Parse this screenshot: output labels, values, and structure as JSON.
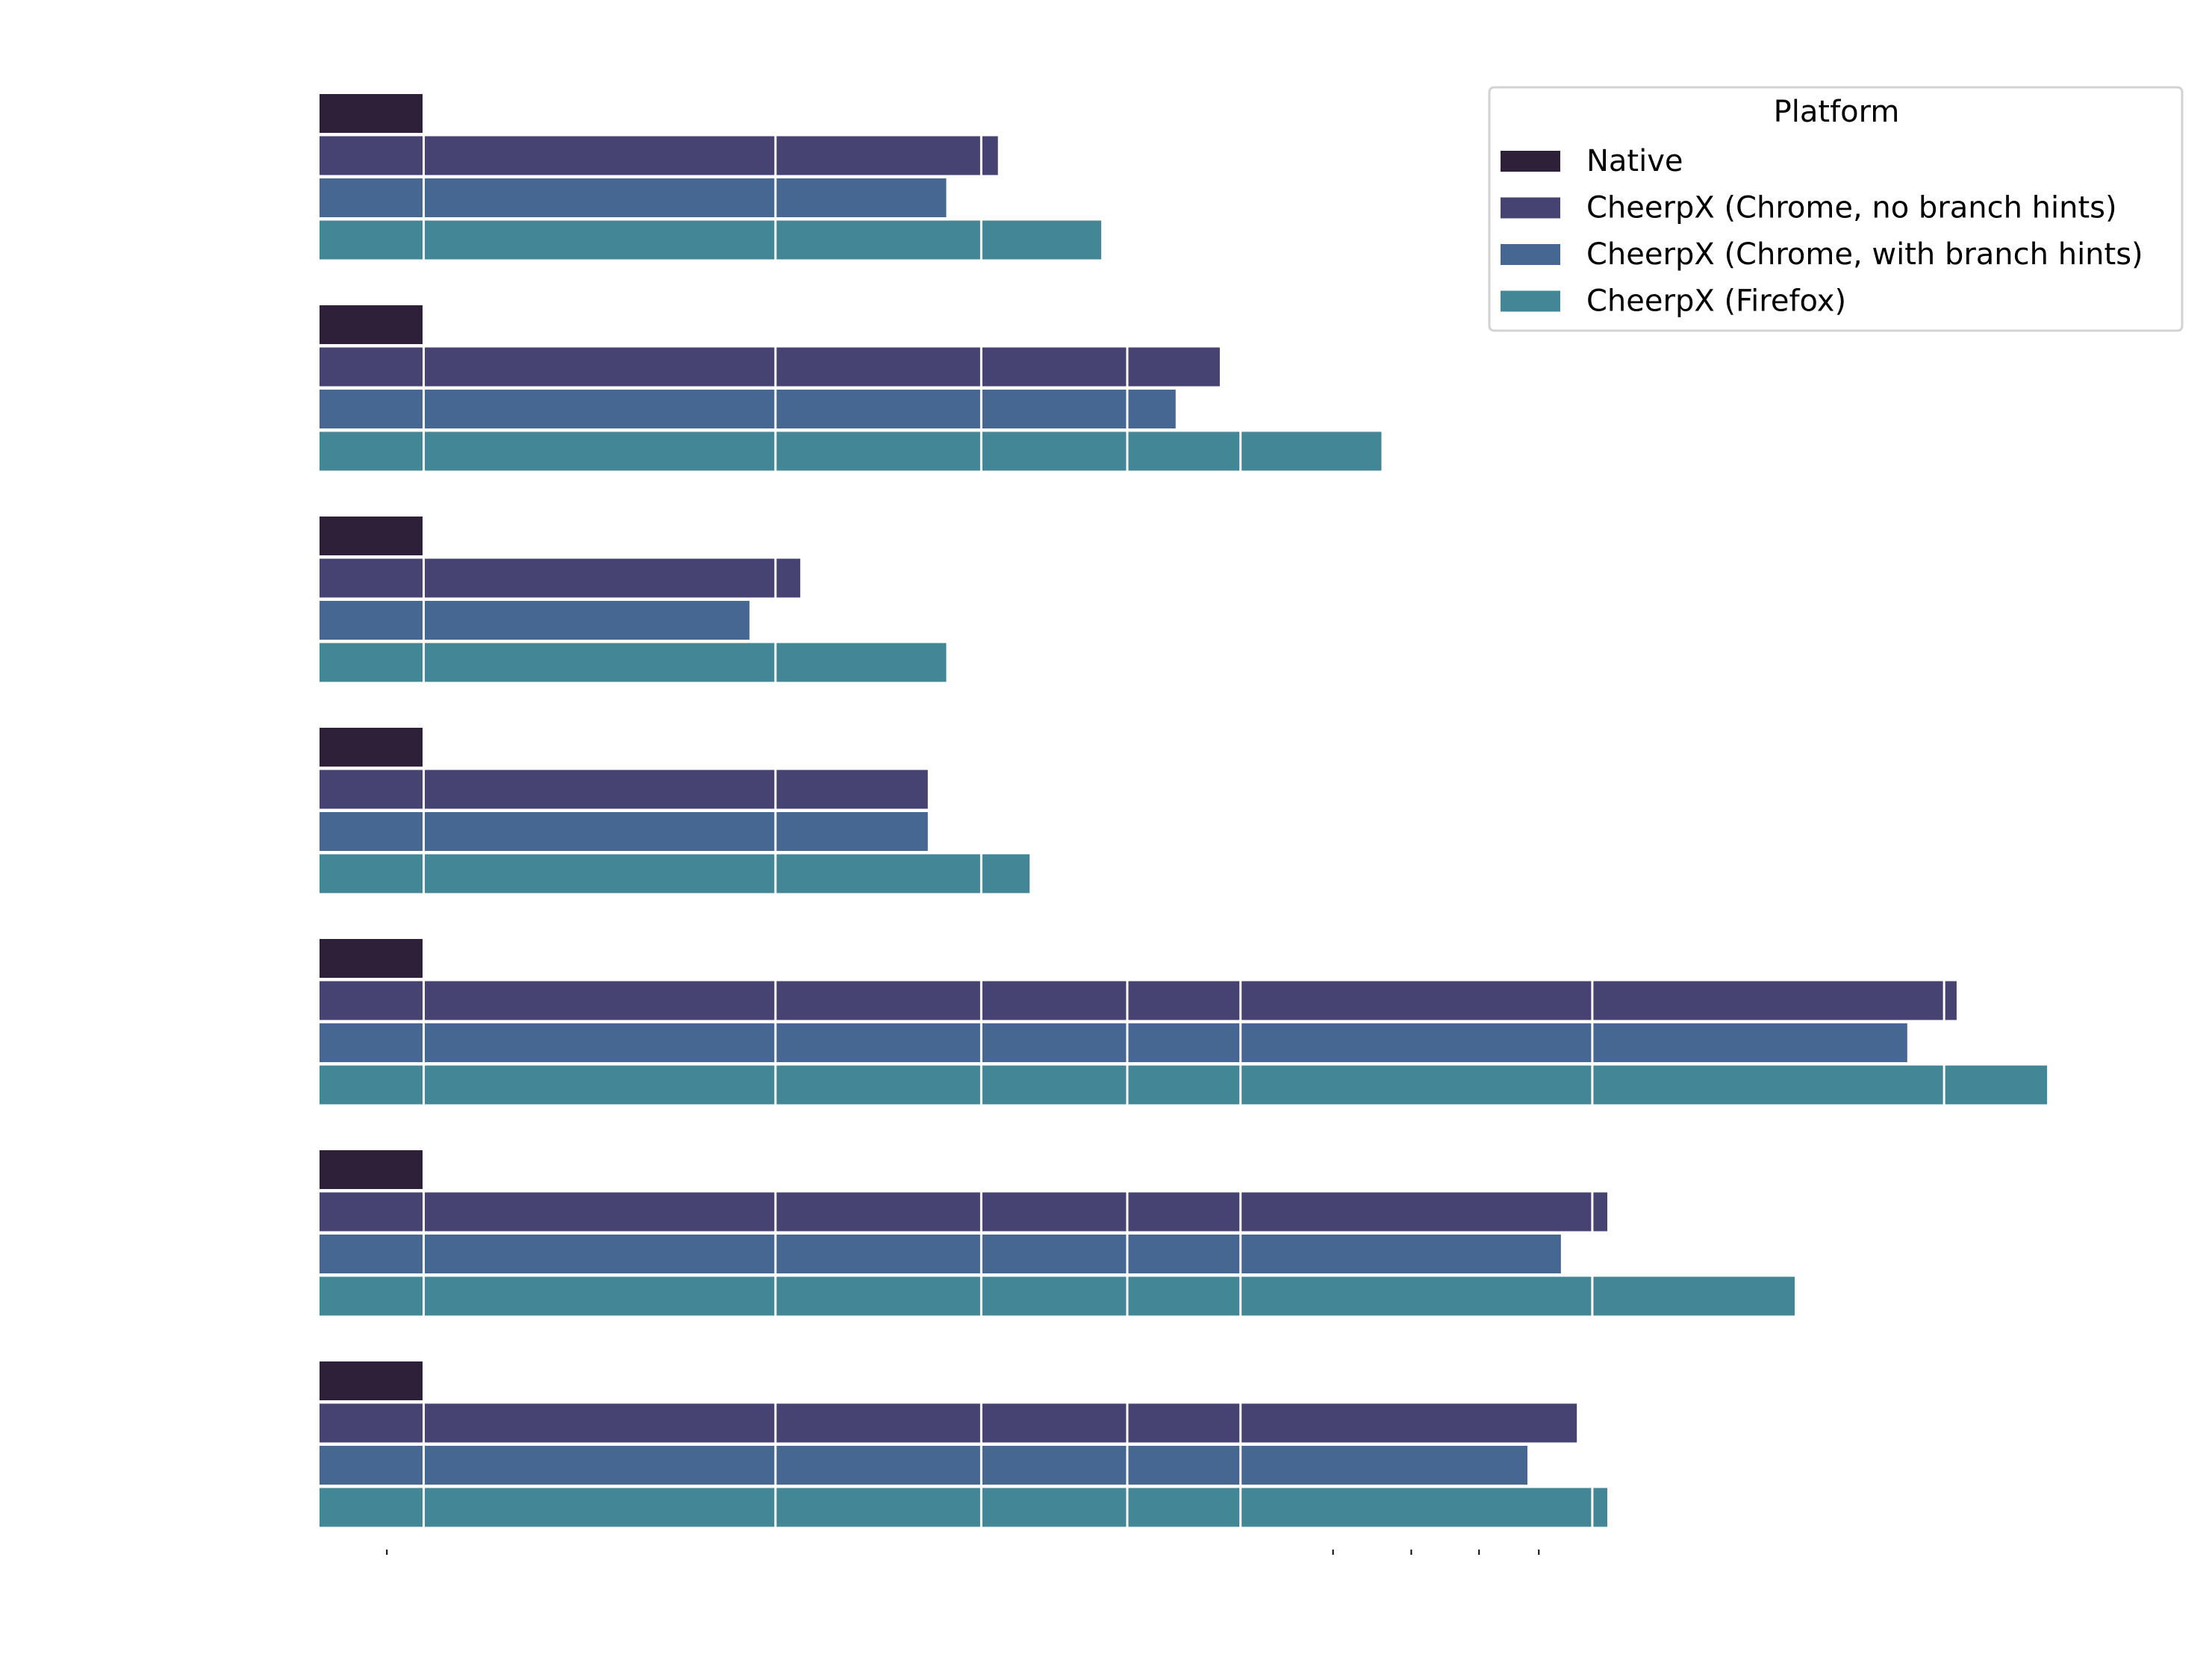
{
  "chart_data": {
    "type": "bar",
    "orientation": "horizontal",
    "scale": "log",
    "title": "",
    "xlabel": "",
    "ylabel": "",
    "categories": [
      "",
      "",
      "",
      "",
      "",
      "",
      ""
    ],
    "xlim": [
      0.8,
      22
    ],
    "grid": "vertical lines at 1, 2, 3, 4, 5, 10, 20",
    "series": [
      {
        "name": "Native",
        "color": "#2e2039",
        "values": [
          1,
          1,
          1,
          1,
          1,
          1,
          1
        ]
      },
      {
        "name": "CheerpX (Chrome, no branch hints)",
        "color": "#464271",
        "values": [
          3.1,
          4.8,
          2.1,
          2.7,
          20.5,
          10.3,
          9.7
        ]
      },
      {
        "name": "CheerpX (Chrome, with branch hints)",
        "color": "#456792",
        "values": [
          2.8,
          4.4,
          1.9,
          2.7,
          18.6,
          9.4,
          8.8
        ]
      },
      {
        "name": "CheerpX (Firefox)",
        "color": "#438797",
        "values": [
          3.8,
          6.6,
          2.8,
          3.3,
          24.5,
          14.9,
          10.3
        ]
      }
    ],
    "legend": {
      "title": "Platform",
      "position": "top-right"
    },
    "ticks": [
      "",
      "",
      "",
      "",
      ""
    ]
  }
}
